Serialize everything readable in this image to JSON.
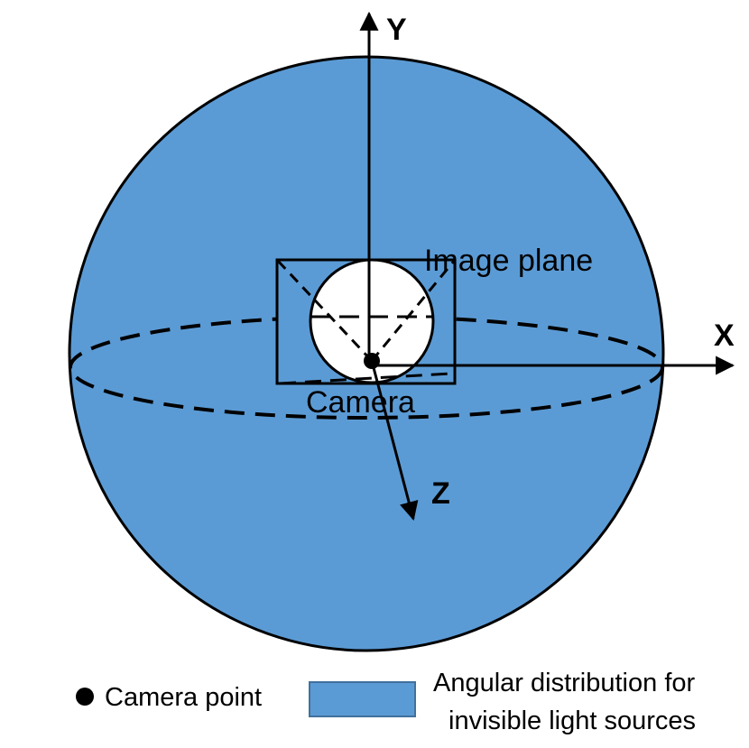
{
  "colors": {
    "sphere_fill": "#5b9bd5",
    "stroke": "#000000",
    "background": "#ffffff",
    "legend_box_border": "#41719c"
  },
  "labels": {
    "axis_y": "Y",
    "axis_x": "X",
    "axis_z": "Z",
    "image_plane": "Image plane",
    "camera": "Camera"
  },
  "legend": {
    "camera_point": "Camera point",
    "distribution_line1": "Angular distribution for",
    "distribution_line2": "invisible light sources"
  }
}
